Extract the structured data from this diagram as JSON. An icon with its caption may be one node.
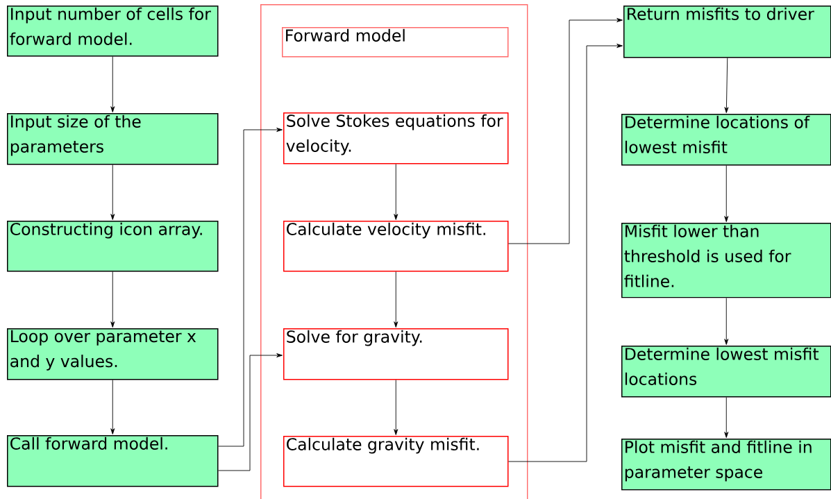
{
  "diagram": {
    "nodes": [
      {
        "text": [
          "Input number of cells for forward model."
        ]
      },
      {
        "text": [
          "Input size of the parameters"
        ]
      },
      {
        "text": [
          "Constructing icon array."
        ]
      },
      {
        "text": [
          "Loop over parameter x and y values."
        ]
      },
      {
        "text": [
          "Call forward model."
        ]
      },
      {
        "text": [],
        "shape": "box"
      },
      {
        "text": [
          "Forward model"
        ],
        "in": 5
      },
      {
        "text": [
          "Solve Stokes equations for velocity."
        ],
        "in": 5
      },
      {
        "text": [
          "Calculate velocity misfit."
        ],
        "in": 5
      },
      {
        "text": [
          "Solve for gravity."
        ],
        "in": 5
      },
      {
        "text": [
          "Calculate gravity misfit."
        ],
        "in": 5
      },
      {
        "text": [
          "Return misfits to driver"
        ]
      },
      {
        "text": [
          "Determine locations of lowest misfit"
        ]
      },
      {
        "text": [
          "Misfit lower than threshold is used for fitline."
        ]
      },
      {
        "text": [
          "Determine lowest misfit locations"
        ]
      },
      {
        "text": [
          "Plot misfit and fitline in parameter space"
        ]
      }
    ],
    "edges": [
      {
        "from": 0,
        "to": 1,
        "arrow": "to"
      },
      {
        "from": 1,
        "to": 2,
        "arrow": "to"
      },
      {
        "from": 2,
        "to": 3,
        "arrow": "to"
      },
      {
        "from": 3,
        "to": 4,
        "arrow": "to"
      },
      {
        "from": 4,
        "to": 7,
        "arrow": "to"
      },
      {
        "from": 4,
        "to": 9,
        "arrow": "to"
      },
      {
        "from": 7,
        "to": 8,
        "arrow": "to"
      },
      {
        "from": 8,
        "to": 9,
        "arrow": "to"
      },
      {
        "from": 9,
        "to": 10,
        "arrow": "to"
      },
      {
        "from": 8,
        "to": 11,
        "arrow": "to"
      },
      {
        "from": 10,
        "to": 11,
        "arrow": "to"
      },
      {
        "from": 11,
        "to": 12,
        "arrow": "to"
      },
      {
        "from": 12,
        "to": 13,
        "arrow": "to"
      },
      {
        "from": 13,
        "to": 14,
        "arrow": "to"
      },
      {
        "from": 14,
        "to": 15,
        "arrow": "to"
      }
    ]
  }
}
